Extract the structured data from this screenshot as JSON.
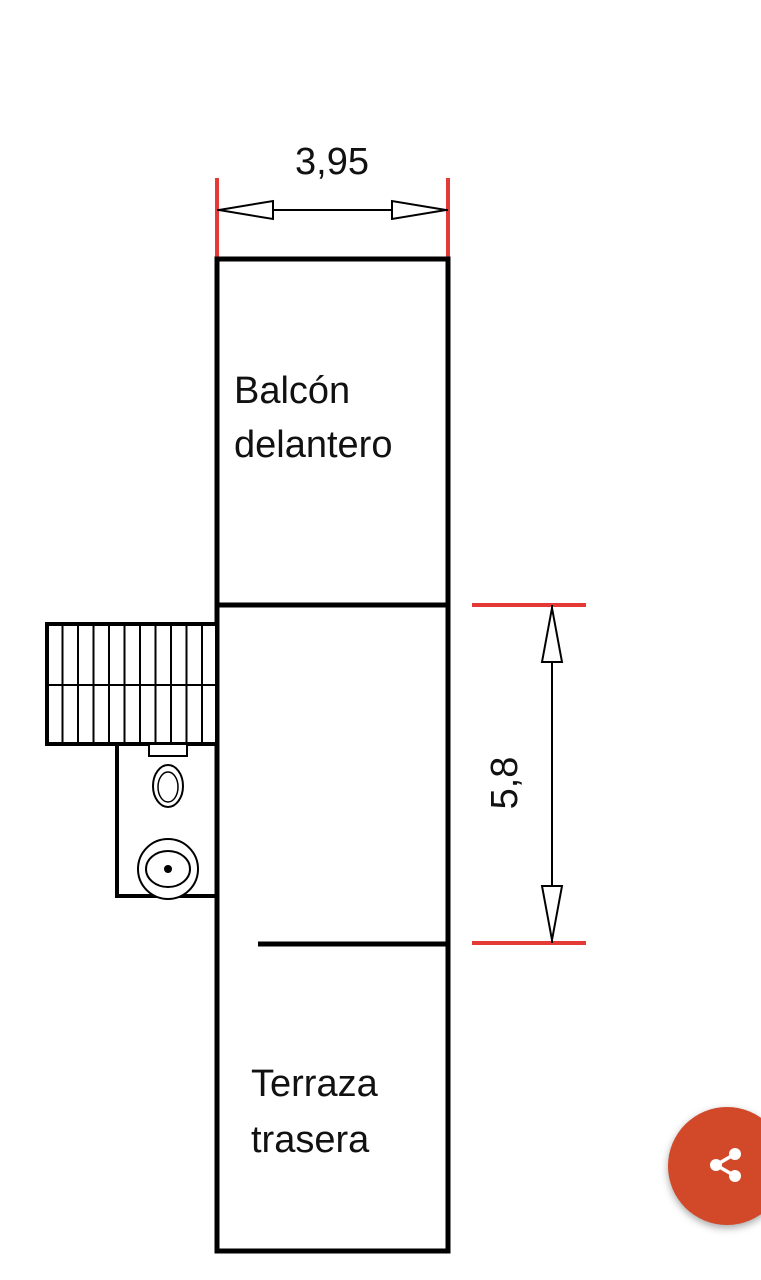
{
  "rooms": {
    "front_balcony": [
      "Balcón",
      "delantero"
    ],
    "back_terrace": [
      "Terraza",
      "trasera"
    ]
  },
  "dimensions": {
    "width": "3,95",
    "length": "5,8"
  },
  "colors": {
    "walls": "#000000",
    "dimension_marks": "#e53935",
    "share_button": "#d2492a",
    "share_icon": "#ffffff"
  },
  "share_button": {
    "icon": "share-icon"
  }
}
